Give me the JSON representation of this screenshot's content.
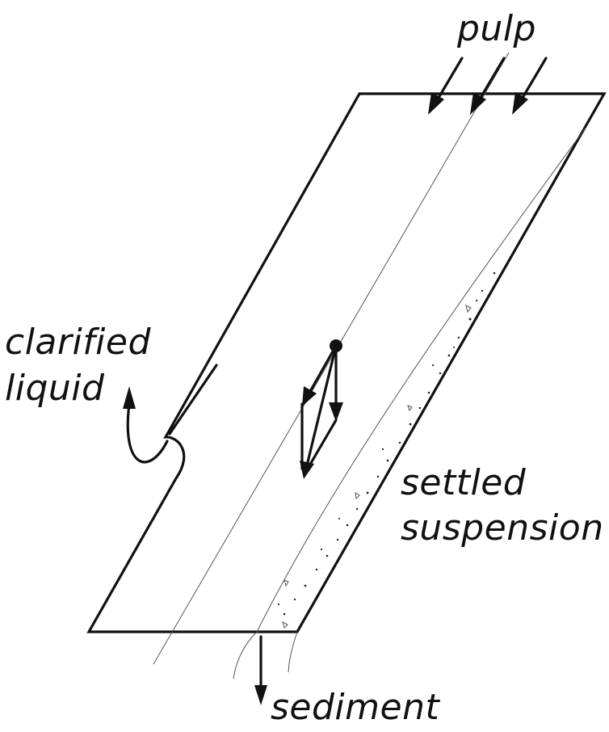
{
  "labels": {
    "pulp": "pulp",
    "clarified_line1": "clarified",
    "clarified_line2": "liquid",
    "settled_line1": "settled",
    "settled_line2": "suspension",
    "sediment": "sediment"
  },
  "colors": {
    "ink": "#111111",
    "thin_line": "#555555",
    "background": "#ffffff"
  }
}
